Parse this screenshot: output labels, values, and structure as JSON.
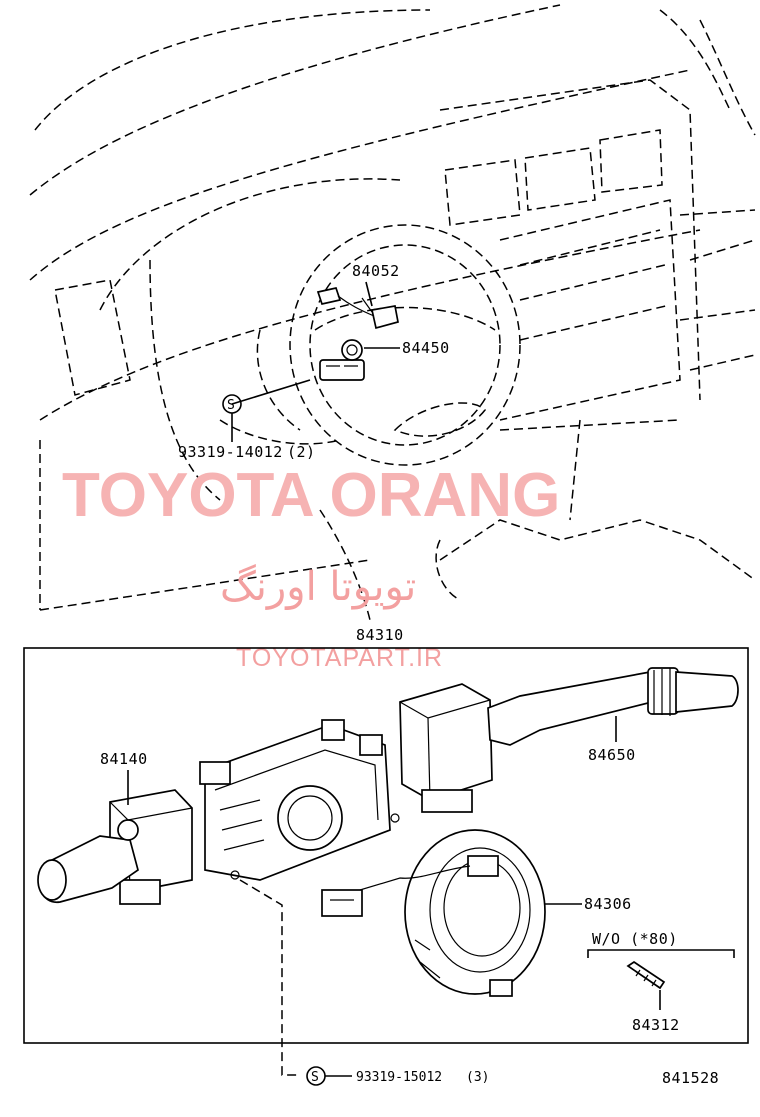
{
  "watermark": {
    "brand": "TOYOTA ORANG",
    "brand_fa": "تويوتا اورنگ",
    "url": "TOYOTAPART.IR"
  },
  "parts": {
    "p84052": "84052",
    "p84450": "84450",
    "p93319_14012": "93319-14012",
    "p93319_14012_qty": "(2)",
    "p84310": "84310",
    "p84140": "84140",
    "p84650": "84650",
    "p84306": "84306",
    "wo_note": "W/O (*80)",
    "p84312": "84312",
    "p93319_15012": "93319-15012",
    "p93319_15012_qty": "(3)"
  },
  "symbols": {
    "standard_part": "S"
  },
  "diagram_number": "841528"
}
